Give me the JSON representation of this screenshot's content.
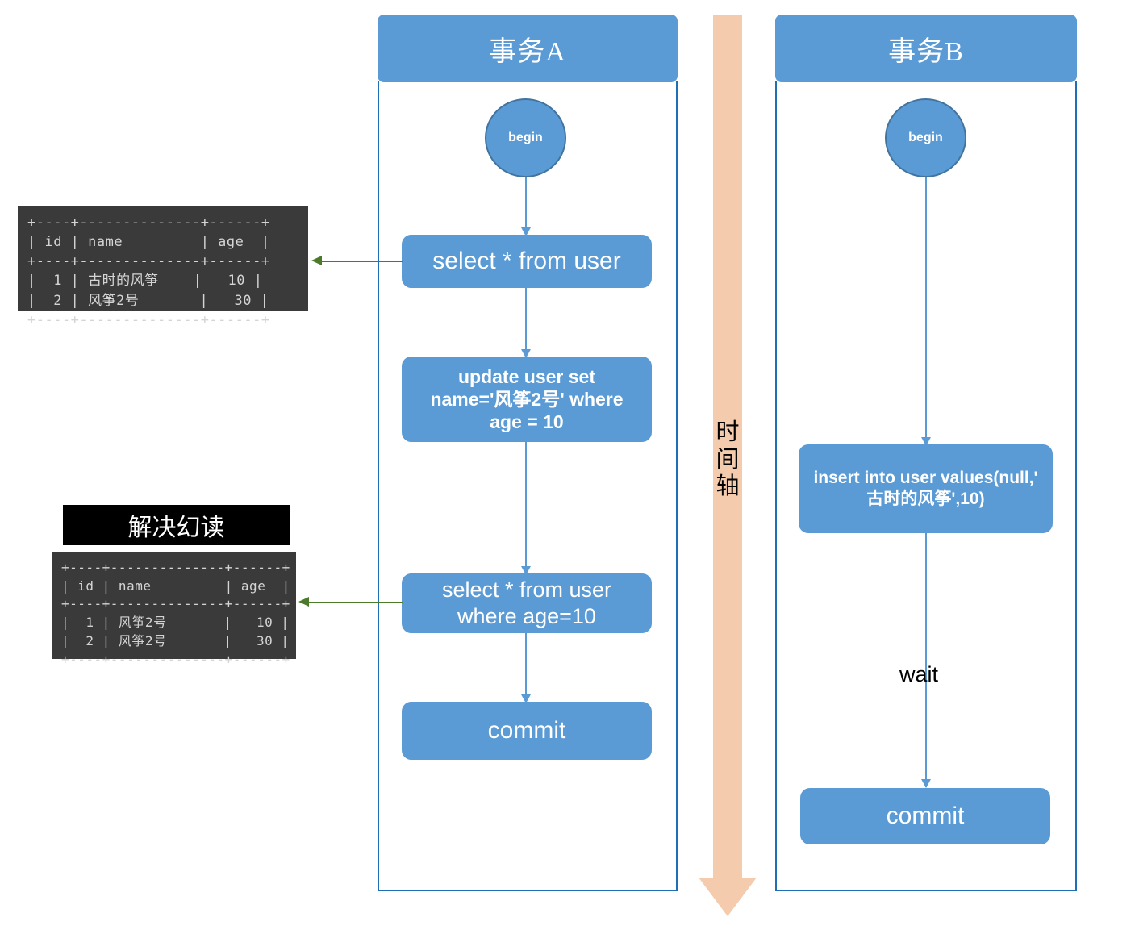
{
  "diagram": {
    "title_a": "事务A",
    "title_b": "事务B",
    "time_axis": {
      "chars": [
        "时",
        "间",
        "轴"
      ],
      "color": "#F5CBAD"
    },
    "colors": {
      "node_blue": "#5B9BD5",
      "border_blue": "#1F6FB5",
      "green_arrow": "#4C7A2B",
      "terminal_bg": "#3A3A3A",
      "banner_bg": "#000000",
      "axis_peach": "#F5CBAD"
    }
  },
  "txn_a": {
    "header": "事务A",
    "begin": "begin",
    "step_select_all": "select * from user",
    "step_update": "update user set\nname='风筝2号' where\nage = 10",
    "step_select_where": "select * from user\nwhere age=10",
    "commit": "commit"
  },
  "txn_b": {
    "header": "事务B",
    "begin": "begin",
    "step_insert": "insert into user values(null,'\n古时的风筝',10)",
    "wait": "wait",
    "commit": "commit"
  },
  "terminal_top": {
    "rows": "+----+--------------+------+\n| id | name         | age  |\n+----+--------------+------+\n|  1 | 古时的风筝    |   10 |\n|  2 | 风筝2号       |   30 |\n+----+--------------+------+",
    "columns": [
      "id",
      "name",
      "age"
    ],
    "data": [
      {
        "id": "1",
        "name": "古时的风筝",
        "age": "10"
      },
      {
        "id": "2",
        "name": "风筝2号",
        "age": "30"
      }
    ]
  },
  "terminal_bottom": {
    "banner": "解决幻读",
    "rows": "+----+--------------+------+\n| id | name         | age  |\n+----+--------------+------+\n|  1 | 风筝2号       |   10 |\n|  2 | 风筝2号       |   30 |\n+----+--------------+------+",
    "columns": [
      "id",
      "name",
      "age"
    ],
    "data": [
      {
        "id": "1",
        "name": "风筝2号",
        "age": "10"
      },
      {
        "id": "2",
        "name": "风筝2号",
        "age": "30"
      }
    ]
  }
}
